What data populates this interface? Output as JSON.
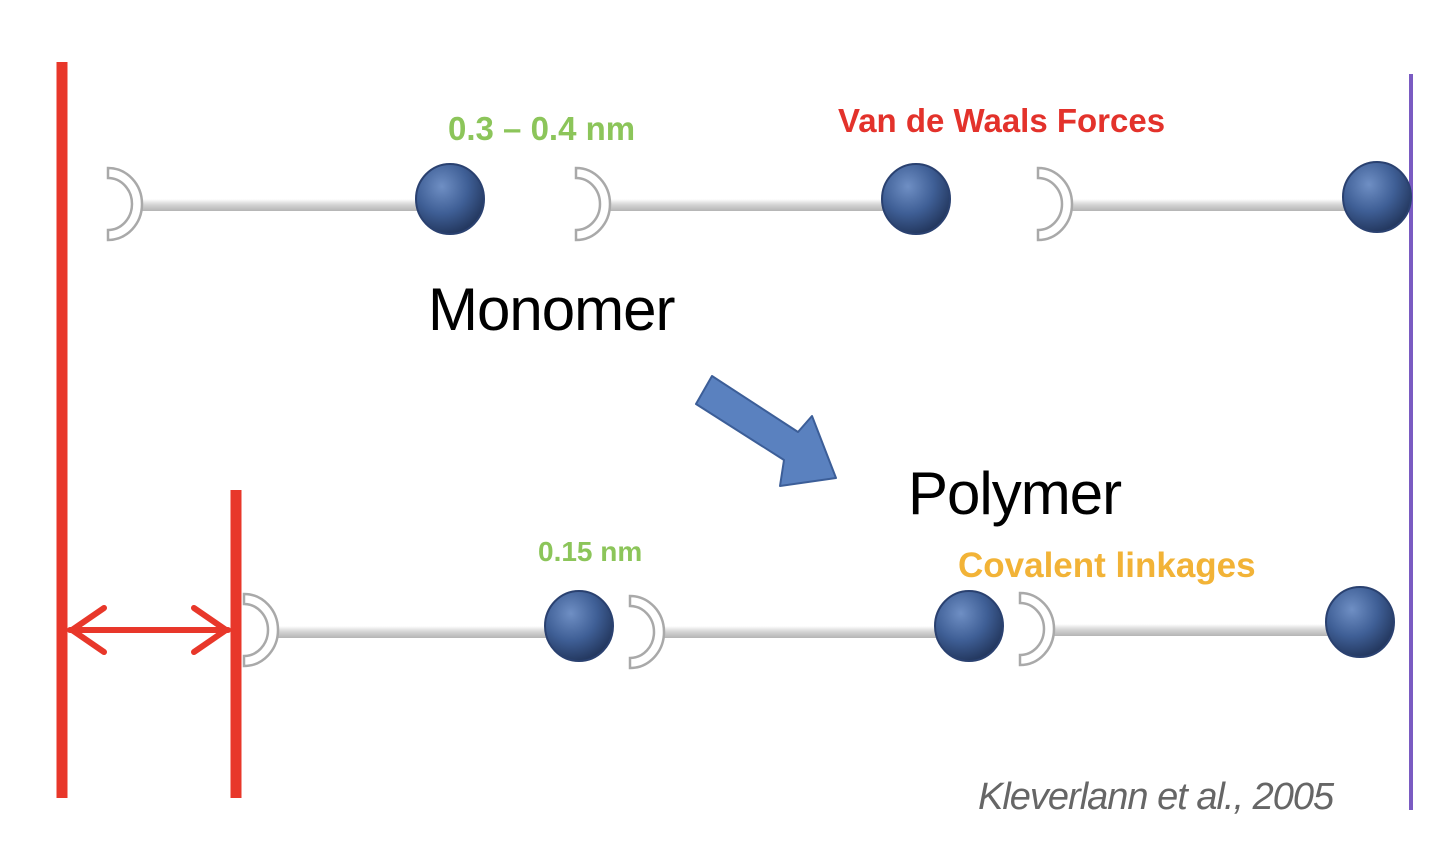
{
  "colors": {
    "boundary_red": "#e8372a",
    "boundary_purple": "#7a5bc2",
    "bead_blue": "#3f5f96",
    "arrow_blue": "#5a81bf",
    "green_label": "#8cc55a",
    "red_label": "#e3322b",
    "orange_label": "#f2b337",
    "text_black": "#000000",
    "citation_grey": "#666666"
  },
  "labels": {
    "monomer_gap": "0.3 – 0.4 nm",
    "van_der_waals": "Van de Waals Forces",
    "monomer": "Monomer",
    "polymer": "Polymer",
    "polymer_gap": "0.15 nm",
    "covalent": "Covalent linkages",
    "citation": "Kleverlann et al., 2005"
  },
  "units": {
    "monomer_chain": [
      "monomer",
      "monomer",
      "monomer"
    ],
    "polymer_chain": [
      "monomer",
      "monomer",
      "monomer"
    ]
  },
  "icons": [
    "hook-end-icon",
    "blue-bead-icon",
    "block-arrow-icon",
    "double-headed-arrow-icon"
  ]
}
